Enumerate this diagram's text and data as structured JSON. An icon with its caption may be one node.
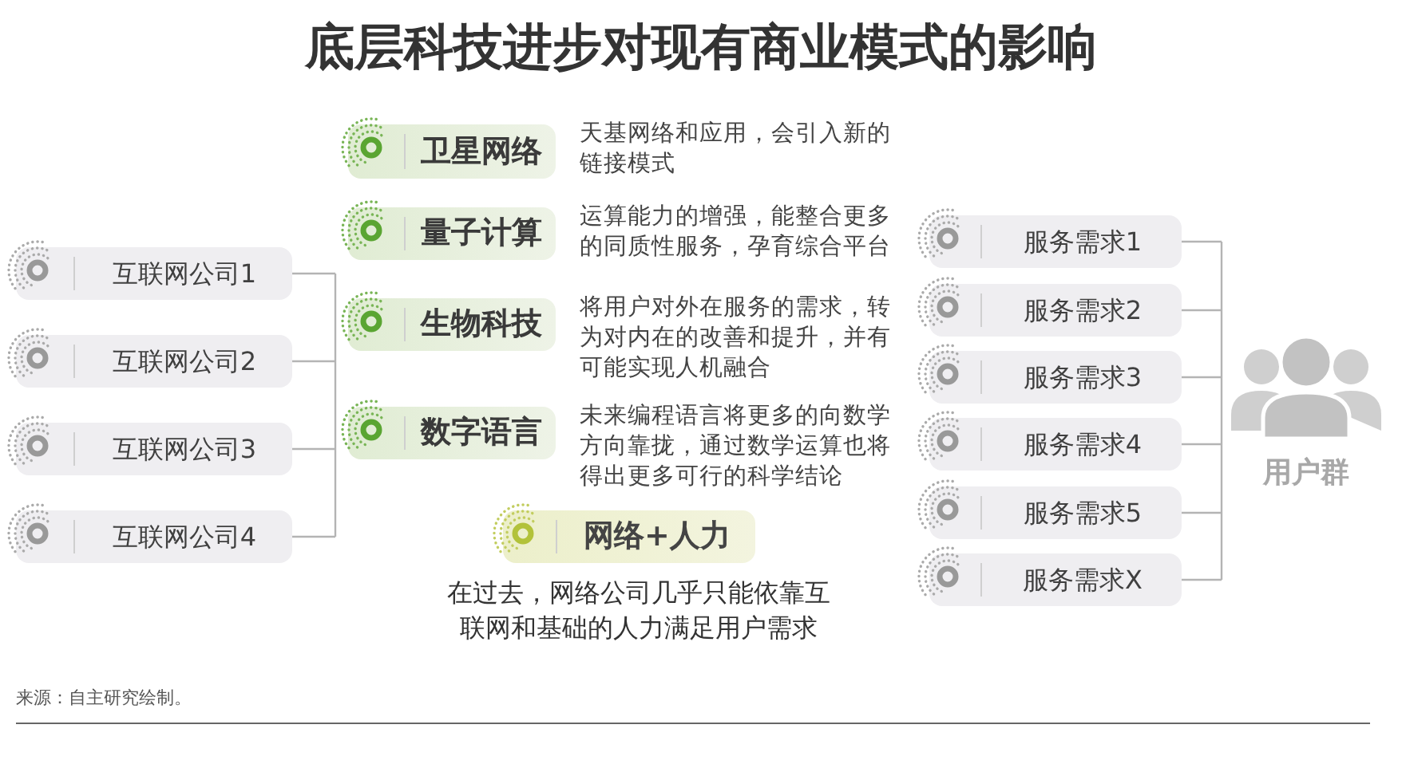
{
  "diagram": {
    "title": "底层科技进步对现有商业模式的影响",
    "nodes": [
      {
        "text": [
          "互联网公司1"
        ]
      },
      {
        "text": [
          "互联网公司2"
        ]
      },
      {
        "text": [
          "互联网公司3"
        ]
      },
      {
        "text": [
          "互联网公司4"
        ]
      },
      {
        "text": [
          "卫星网络"
        ],
        "beside": [
          "天基网络和应用，会引入新的链接模式"
        ]
      },
      {
        "text": [
          "量子计算"
        ],
        "beside": [
          "运算能力的增强，能整合更多的同质性服务，孕育综合平台"
        ]
      },
      {
        "text": [
          "生物科技"
        ],
        "beside": [
          "将用户对外在服务的需求，转为对内在的改善和提升，并有可能实现人机融合"
        ]
      },
      {
        "text": [
          "数字语言"
        ],
        "beside": [
          "未来编程语言将更多的向数学方向靠拢，通过数学运算也将得出更多可行的科学结论"
        ]
      },
      {
        "text": [
          "网络+人力"
        ],
        "beside": [
          "在过去，网络公司几乎只能依靠互联网和基础的人力满足用户需求"
        ]
      },
      {
        "text": [
          "服务需求1"
        ]
      },
      {
        "text": [
          "服务需求2"
        ]
      },
      {
        "text": [
          "服务需求3"
        ]
      },
      {
        "text": [
          "服务需求4"
        ]
      },
      {
        "text": [
          "服务需求5"
        ]
      },
      {
        "text": [
          "服务需求X"
        ]
      },
      {
        "text": [
          "用户群"
        ]
      }
    ],
    "labels": [
      "来源：自主研究绘制。"
    ]
  }
}
